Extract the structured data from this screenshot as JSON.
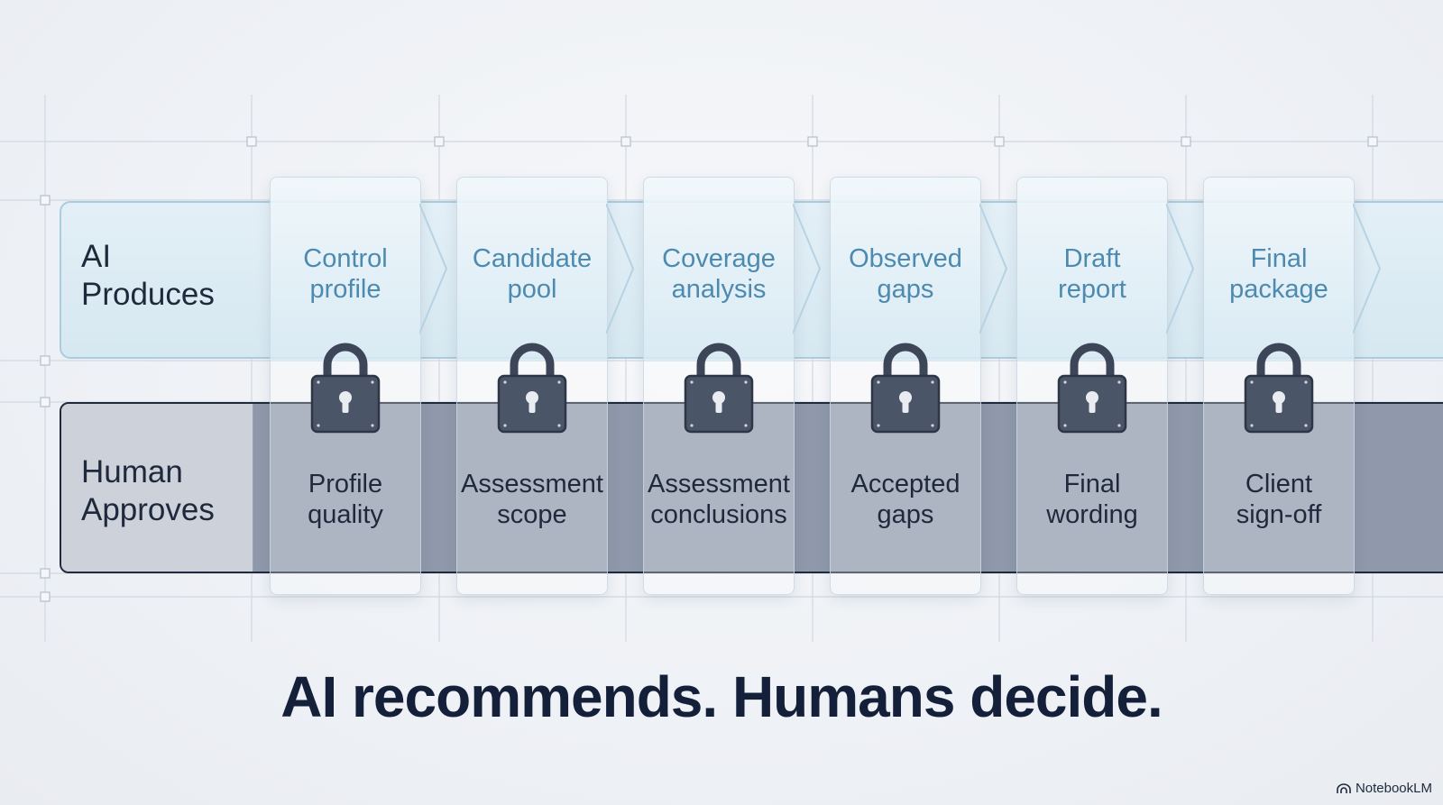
{
  "rows": {
    "ai_label": "AI\nProduces",
    "human_label": "Human\nApproves"
  },
  "steps": [
    {
      "ai": "Control\nprofile",
      "human": "Profile\nquality"
    },
    {
      "ai": "Candidate\npool",
      "human": "Assessment\nscope"
    },
    {
      "ai": "Coverage\nanalysis",
      "human": "Assessment\nconclusions"
    },
    {
      "ai": "Observed\ngaps",
      "human": "Accepted\ngaps"
    },
    {
      "ai": "Draft\nreport",
      "human": "Final\nwording"
    },
    {
      "ai": "Final\npackage",
      "human": "Client\nsign-off"
    }
  ],
  "gate_icon": "padlock-icon",
  "headline": "AI recommends. Humans decide.",
  "brand": {
    "name": "NotebookLM",
    "icon": "notebooklm-logo-icon"
  },
  "colors": {
    "ai_band": "#d6e8f1",
    "ai_text": "#4d8ab0",
    "human_band": "#8f99ab",
    "lock": "#4b5568",
    "headline": "#14203a"
  }
}
